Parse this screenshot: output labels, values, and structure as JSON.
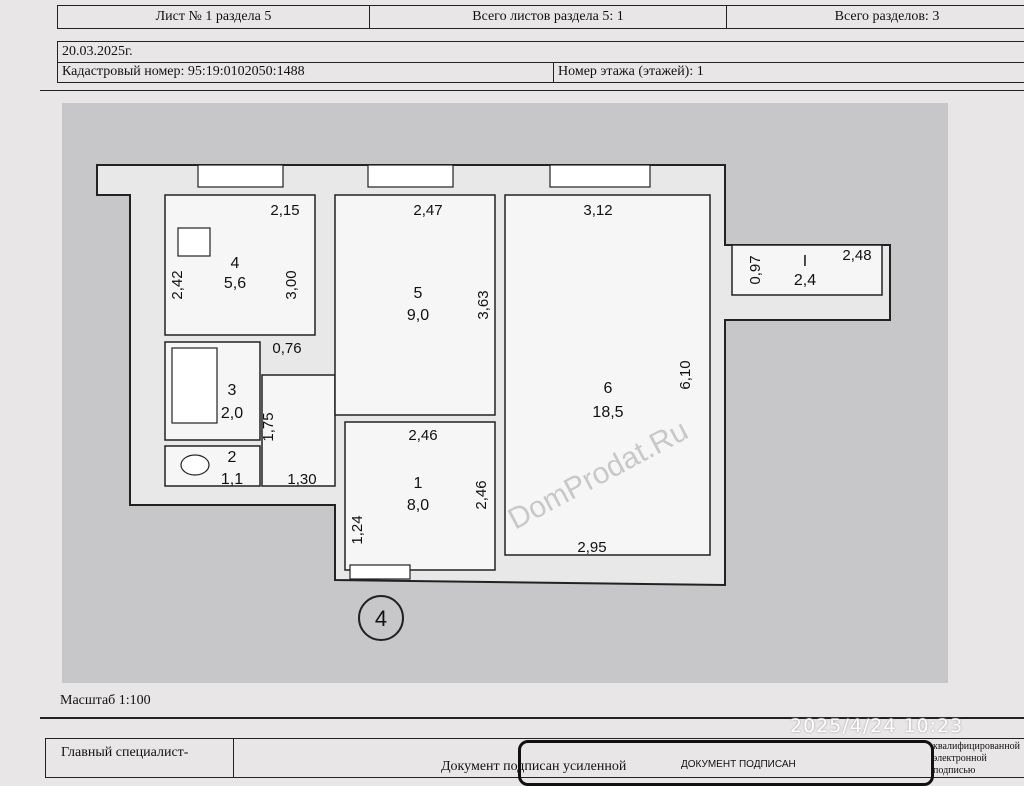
{
  "header": {
    "sheet": "Лист № 1 раздела 5",
    "sheets_total": "Всего листов раздела 5: 1",
    "sections_total": "Всего разделов: 3"
  },
  "info": {
    "date": "20.03.2025г.",
    "cadastral": "Кадастровый номер: 95:19:0102050:1488",
    "floor": "Номер этажа (этажей): 1"
  },
  "plan": {
    "rooms": [
      {
        "num": "4",
        "area": "5,6"
      },
      {
        "num": "5",
        "area": "9,0"
      },
      {
        "num": "6",
        "area": "18,5"
      },
      {
        "num": "3",
        "area": "2,0"
      },
      {
        "num": "2",
        "area": "1,1"
      },
      {
        "num": "1",
        "area": "8,0"
      },
      {
        "num": "I",
        "area": "2,4"
      }
    ],
    "dims": [
      "2,15",
      "2,47",
      "3,12",
      "2,42",
      "3,00",
      "3,63",
      "0,76",
      "1,75",
      "2,46",
      "2,46",
      "1,30",
      "1,24",
      "2,95",
      "6,10",
      "0,97",
      "2,48"
    ],
    "entrance": "4",
    "watermark": "DomProdat.Ru"
  },
  "scale": "Масштаб 1:100",
  "footer": {
    "position": "Главный специалист-",
    "doc_signed": "Документ подписан усиленной",
    "stamp": "ДОКУМЕНТ ПОДПИСАН",
    "sig": "квалифицированной электронной подписью"
  },
  "timestamp": "2025/4/24 10:23"
}
